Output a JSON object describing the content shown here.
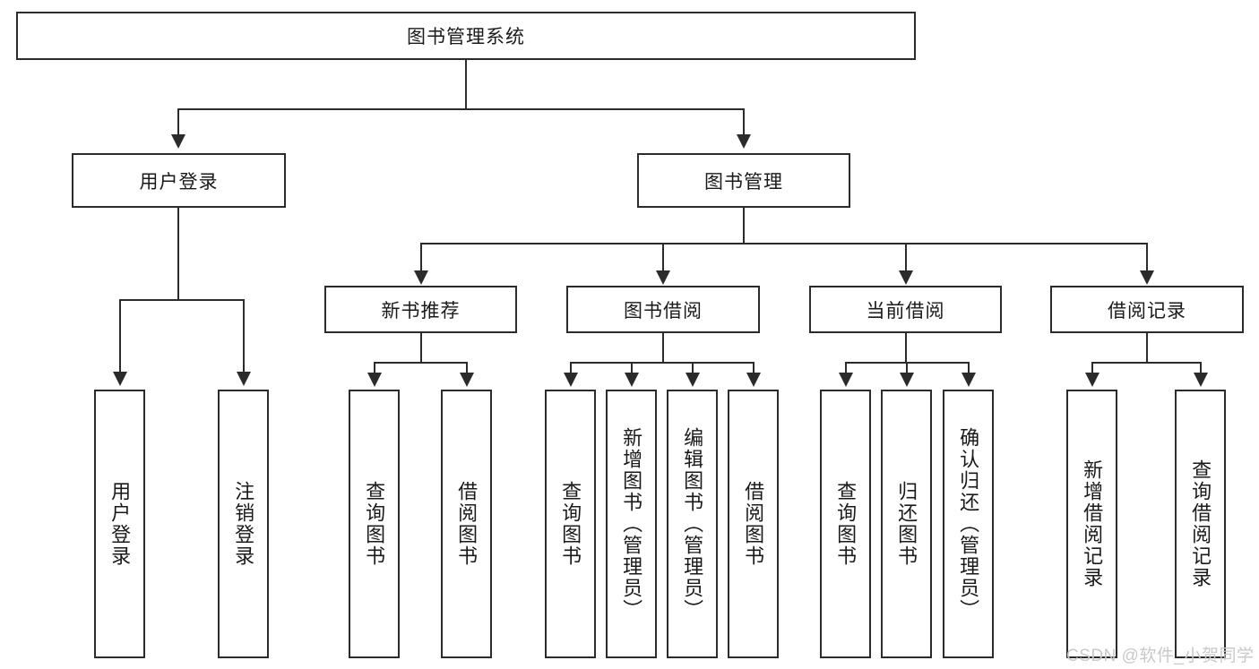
{
  "diagram": {
    "title": "图书管理系统",
    "level2": [
      {
        "label": "用户登录"
      },
      {
        "label": "图书管理"
      }
    ],
    "level3": [
      {
        "label": "新书推荐"
      },
      {
        "label": "图书借阅"
      },
      {
        "label": "当前借阅"
      },
      {
        "label": "借阅记录"
      }
    ],
    "leaves": {
      "user_login": [
        {
          "label": "用户登录"
        },
        {
          "label": "注销登录"
        }
      ],
      "new_book_rec": [
        {
          "label": "查询图书"
        },
        {
          "label": "借阅图书"
        }
      ],
      "book_borrow": [
        {
          "label": "查询图书"
        },
        {
          "label": "新增图书（管理员）"
        },
        {
          "label": "编辑图书（管理员）"
        },
        {
          "label": "借阅图书"
        }
      ],
      "current_borrow": [
        {
          "label": "查询图书"
        },
        {
          "label": "归还图书"
        },
        {
          "label": "确认归还（管理员）"
        }
      ],
      "borrow_record": [
        {
          "label": "新增借阅记录"
        },
        {
          "label": "查询借阅记录"
        }
      ]
    }
  },
  "watermark": {
    "text": "CSDN @软件_小贺同学"
  },
  "colors": {
    "stroke": "#2b2b2b",
    "background": "#ffffff",
    "text": "#1a1a1a",
    "watermark": "#c9c9c9"
  }
}
